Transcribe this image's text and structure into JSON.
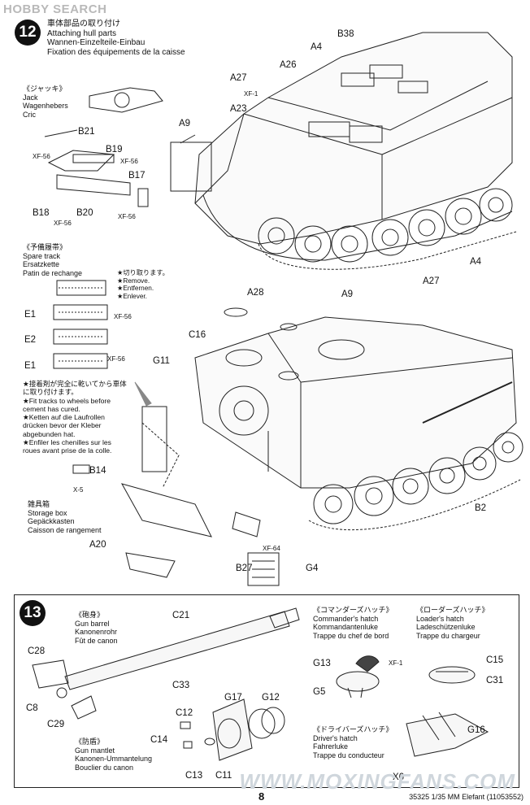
{
  "watermark_top": "HOBBY SEARCH",
  "watermark_bottom": "WWW.MOXINGFANS.COM",
  "step12": {
    "number": "12",
    "title": [
      "車体部品の取り付け",
      "Attaching hull parts",
      "Wannen-Einzelteile-Einbau",
      "Fixation des équipements de la caisse"
    ],
    "jack": [
      "《ジャッキ》",
      "Jack",
      "Wagenhebers",
      "Cric"
    ],
    "spare_track": [
      "《予備履帯》",
      "Spare track",
      "Ersatzkette",
      "Patin de rechange"
    ],
    "remove_note": [
      "★切り取ります。",
      "★Remove.",
      "★Entfernen.",
      "★Enlever."
    ],
    "fit_note": [
      "★接着剤が完全に乾いてから車体に取り付けます。",
      "★Fit tracks to wheels before cement has cured.",
      "★Ketten auf die Laufrollen drücken bevor der Kleber abgebunden hat.",
      "★Enfiler les chenilles sur les roues avant prise de la colle."
    ],
    "storage_box": [
      "雑具箱",
      "Storage box",
      "Gepäckkasten",
      "Caisson de rangement"
    ],
    "parts": {
      "B38": "B38",
      "A4a": "A4",
      "A26": "A26",
      "A27a": "A27",
      "XF1a": "XF-1",
      "A23": "A23",
      "A9a": "A9",
      "B21": "B21",
      "XF56a": "XF-56",
      "B19": "B19",
      "XF56b": "XF-56",
      "B17": "B17",
      "B18": "B18",
      "B20": "B20",
      "XF56c": "XF-56",
      "XF56d": "XF-56",
      "A4b": "A4",
      "A27b": "A27",
      "A9b": "A9",
      "E1a": "E1",
      "XF56e": "XF-56",
      "E2": "E2",
      "E1b": "E1",
      "XF56f": "XF-56",
      "A28": "A28",
      "C16": "C16",
      "G11": "G11",
      "B14": "B14",
      "X5": "X-5",
      "A20": "A20",
      "XF64": "XF-64",
      "B27": "B27",
      "G4": "G4",
      "B2": "B2"
    }
  },
  "step13": {
    "number": "13",
    "gun_barrel": [
      "《砲身》",
      "Gun barrel",
      "Kanonenrohr",
      "Fût de canon"
    ],
    "gun_mantlet": [
      "《防盾》",
      "Gun mantlet",
      "Kanonen-Ummantelung",
      "Bouclier du canon"
    ],
    "commander_hatch": [
      "《コマンダーズハッチ》",
      "Commander's hatch",
      "Kommandantenluke",
      "Trappe du chef de bord"
    ],
    "loader_hatch": [
      "《ローダーズハッチ》",
      "Loader's hatch",
      "Ladeschützenluke",
      "Trappe du chargeur"
    ],
    "driver_hatch": [
      "《ドライバーズハッチ》",
      "Driver's hatch",
      "Fahrerluke",
      "Trappe du conducteur"
    ],
    "parts": {
      "C21": "C21",
      "C28": "C28",
      "C33": "C33",
      "C8": "C8",
      "C29": "C29",
      "G17": "G17",
      "G12": "G12",
      "C12": "C12",
      "C14": "C14",
      "C13": "C13",
      "C11": "C11",
      "G13": "G13",
      "XF1b": "XF-1",
      "G5": "G5",
      "C15": "C15",
      "C31": "C31",
      "G16": "G16",
      "X6": "X6"
    }
  },
  "footer": {
    "page": "8",
    "code": "35325  1/35 MM Elefant (11053552)"
  },
  "colors": {
    "ink": "#111111",
    "watermark": "#b9b9b9"
  }
}
